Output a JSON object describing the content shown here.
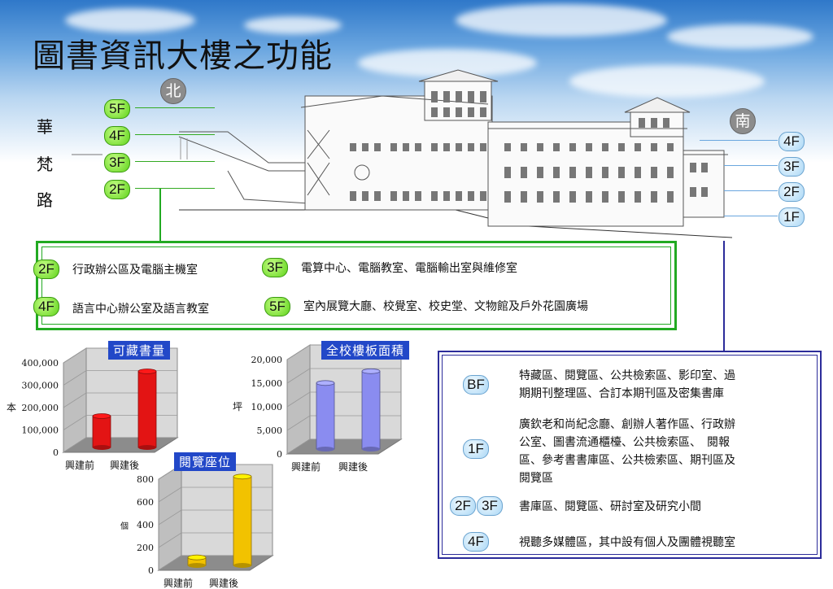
{
  "title": "圖書資訊大樓之功能",
  "compass": {
    "north": "北",
    "south": "南"
  },
  "road_name": [
    "華",
    "梵",
    "路"
  ],
  "north_floors": [
    "5F",
    "4F",
    "3F",
    "2F"
  ],
  "south_floors": [
    "4F",
    "3F",
    "2F",
    "1F"
  ],
  "north_functions": [
    {
      "floor": "2F",
      "text": "行政辦公區及電腦主機室"
    },
    {
      "floor": "3F",
      "text": "電算中心、電腦教室、電腦輸出室與維修室"
    },
    {
      "floor": "4F",
      "text": "語言中心辦公室及語言教室"
    },
    {
      "floor": "5F",
      "text": "室內展覽大廳、校覺室、校史堂、文物館及戶外花園廣場"
    }
  ],
  "south_functions": [
    {
      "floors": [
        "BF"
      ],
      "lines": [
        "特藏區、閱覽區、公共檢索區、影印室、過",
        "期期刊整理區、合訂本期刊區及密集書庫"
      ]
    },
    {
      "floors": [
        "1F"
      ],
      "lines": [
        "廣欽老和尚紀念廳、創辦人著作區、行政辦",
        "公室、圖書流通櫃檯、公共檢索區、　閱報",
        "區、參考書書庫區、公共檢索區、期刊區及",
        "閱覽區"
      ]
    },
    {
      "floors": [
        "2F",
        "3F"
      ],
      "lines": [
        "書庫區、閱覽區、研討室及研究小間"
      ]
    },
    {
      "floors": [
        "4F"
      ],
      "lines": [
        "視聽多媒體區，其中設有個人及團體視聽室"
      ]
    }
  ],
  "chart_data": [
    {
      "type": "bar",
      "title": "可藏書量",
      "ylabel": "本",
      "categories": [
        "興建前",
        "興建後"
      ],
      "values": [
        140000,
        340000
      ],
      "ylim": [
        0,
        400000
      ],
      "yticks": [
        "400,000",
        "300,000",
        "200,000",
        "100,000",
        "0"
      ],
      "color": "#e31414"
    },
    {
      "type": "bar",
      "title": "全校樓板面積",
      "ylabel": "坪",
      "categories": [
        "興建前",
        "興建後"
      ],
      "values": [
        14000,
        16500
      ],
      "ylim": [
        0,
        20000
      ],
      "yticks": [
        "20,000",
        "15,000",
        "10,000",
        "5,000",
        "0"
      ],
      "color": "#8a8cf0"
    },
    {
      "type": "bar",
      "title": "閱覽座位",
      "ylabel": "個",
      "categories": [
        "興建前",
        "興建後"
      ],
      "values": [
        70,
        780
      ],
      "ylim": [
        0,
        800
      ],
      "yticks": [
        "800",
        "600",
        "400",
        "200",
        "0"
      ],
      "color": "#f2c200"
    }
  ]
}
